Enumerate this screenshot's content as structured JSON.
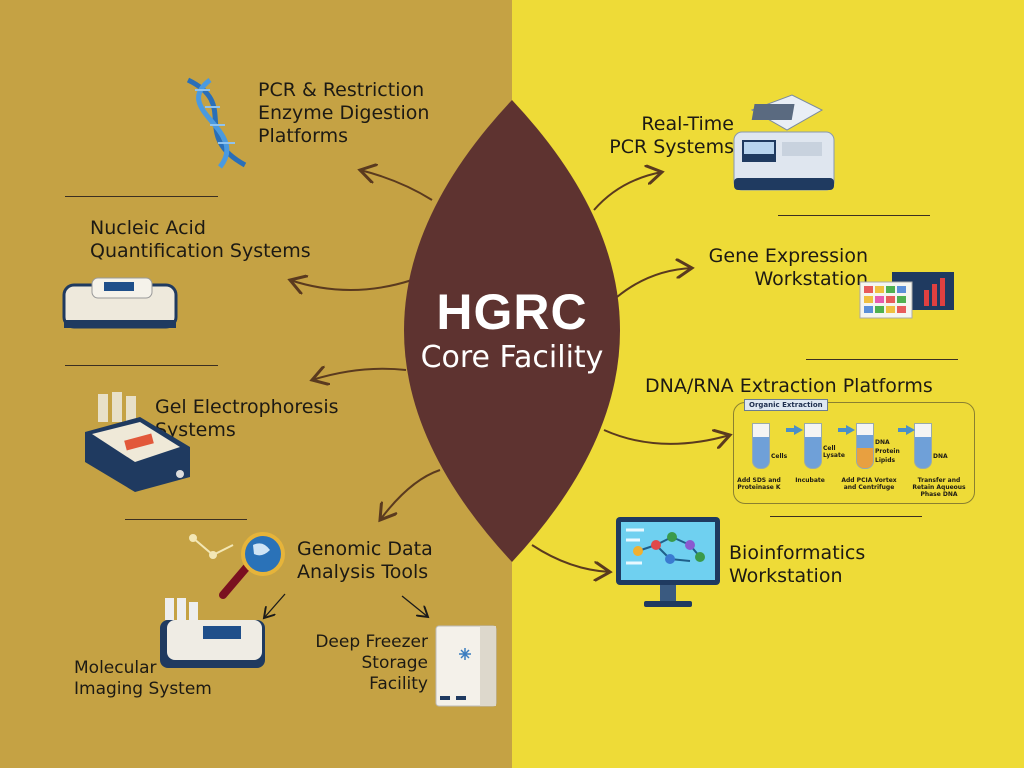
{
  "center": {
    "title": "HGRC",
    "subtitle": "Core Facility"
  },
  "left_items": [
    {
      "lines": [
        "PCR & Restriction",
        "Enzyme Digestion",
        "Platforms"
      ],
      "icon": "dna-helix-icon"
    },
    {
      "lines": [
        "Nucleic Acid",
        "Quantification Systems"
      ],
      "icon": "spectrophotometer-icon"
    },
    {
      "lines": [
        "Gel Electrophoresis",
        "Systems"
      ],
      "icon": "electrophoresis-icon"
    },
    {
      "lines": [
        "Genomic Data",
        "Analysis Tools"
      ],
      "icon": "magnifier-globe-icon"
    },
    {
      "lines": [
        "Molecular",
        "Imaging System"
      ],
      "icon": "imaging-system-icon"
    },
    {
      "lines": [
        "Deep Freezer",
        "Storage",
        "Facility"
      ],
      "icon": "freezer-icon"
    }
  ],
  "right_items": [
    {
      "lines": [
        "Real-Time",
        "PCR Systems"
      ],
      "icon": "thermocycler-icon"
    },
    {
      "lines": [
        "Gene Expression",
        "Workstation"
      ],
      "icon": "heatmap-chart-icon"
    },
    {
      "lines": [
        "DNA/RNA Extraction Platforms"
      ],
      "icon": "extraction-diagram"
    },
    {
      "lines": [
        "Bioinformatics",
        "Workstation"
      ],
      "icon": "monitor-network-icon"
    }
  ],
  "extraction": {
    "tag": "Organic Extraction",
    "steps": [
      "Add SDS and Proteinase K",
      "Incubate",
      "Add PCIA Vortex and Centrifuge",
      "Transfer and Retain Aqueous Phase DNA"
    ],
    "tube_labels": [
      "Cells",
      "Cell Lysate",
      "DNA",
      "Protein",
      "Lipids",
      "DNA"
    ]
  },
  "colors": {
    "left_bg": "#c5a244",
    "right_bg": "#eedb37",
    "center": "#5e3330",
    "arrow": "#5a3a1f"
  }
}
